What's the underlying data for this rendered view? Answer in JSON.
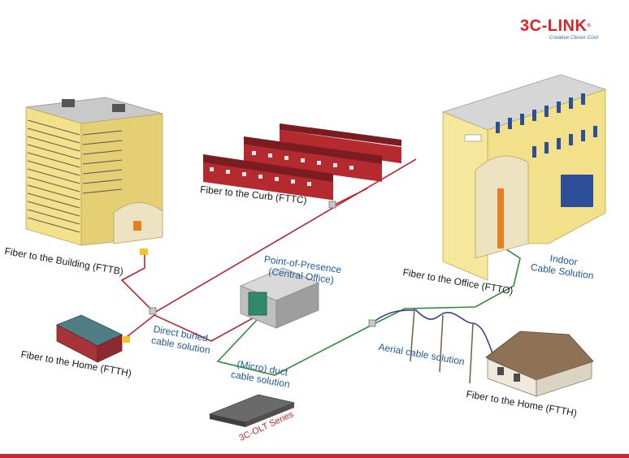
{
  "brand": {
    "name": "3C-LINK",
    "registered": "®",
    "tagline": "Creative Clever Cool"
  },
  "labels": {
    "fttb": "Fiber to the Building (FTTB)",
    "fttc": "Fiber to the Curb (FTTC)",
    "ftth_left": "Fiber to the Home (FTTH)",
    "ftth_right": "Fiber to the Home (FTTH)",
    "ftto": "Fiber to the Office (FTTO)",
    "pop_line1": "Point-of-Presence",
    "pop_line2": "(Central Office)",
    "indoor_line1": "Indoor",
    "indoor_line2": "Cable Solution",
    "direct_line1": "Direct buried",
    "direct_line2": "cable solution",
    "micro_line1": "(Micro) duct",
    "micro_line2": "cable solution",
    "aerial": "Aerial cable solution",
    "olt": "3C-OLT Series"
  },
  "colors": {
    "brand_red": "#d8232a",
    "brand_blue": "#2a6fb6",
    "label_blue": "#1f5a9a",
    "buried_cable": "#b5272d",
    "duct_cable": "#2e8b3a",
    "aerial_cable": "#3a3f8f"
  }
}
